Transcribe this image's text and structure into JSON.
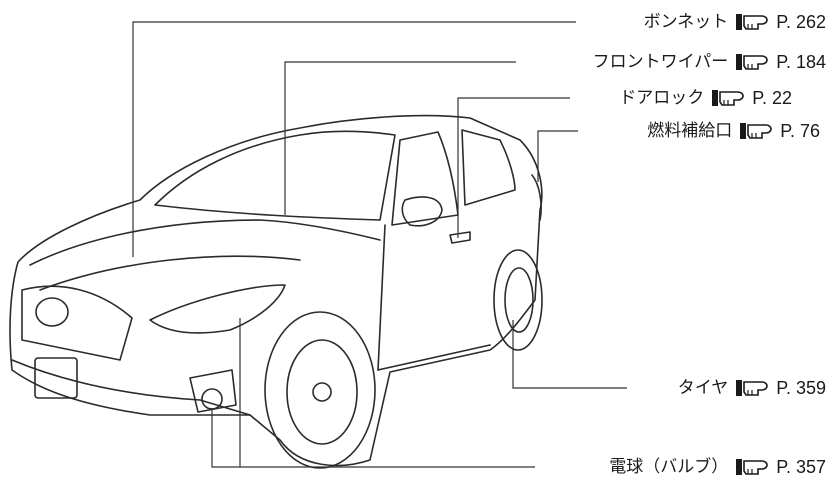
{
  "callouts": [
    {
      "label": "ボンネット",
      "page": "P. 262"
    },
    {
      "label": "フロントワイパー",
      "page": "P. 184"
    },
    {
      "label": "ドアロック",
      "page": "P. 22"
    },
    {
      "label": "燃料補給口",
      "page": "P. 76"
    },
    {
      "label": "タイヤ",
      "page": "P. 359"
    },
    {
      "label": "電球（バルブ）",
      "page": "P. 357"
    }
  ],
  "colors": {
    "line": "#333333",
    "text": "#1a1a1a"
  },
  "icons": {
    "reference": "pointing-hand-reference-icon"
  }
}
